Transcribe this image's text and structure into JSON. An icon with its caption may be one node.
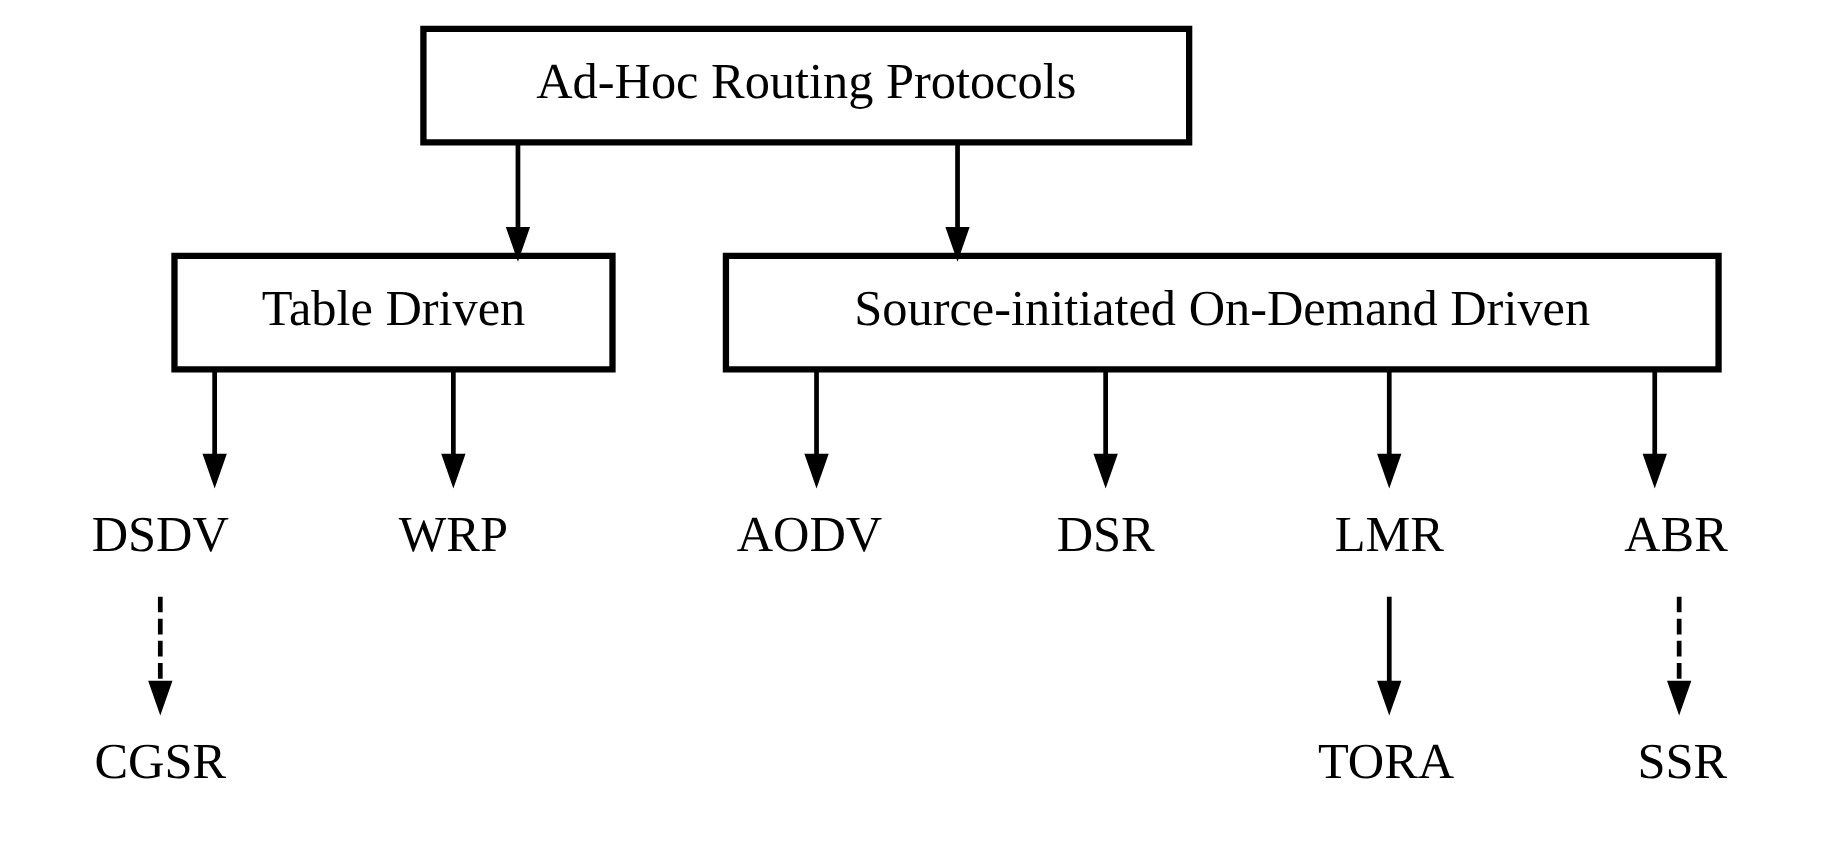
{
  "diagram": {
    "nodes": [
      {
        "text": [
          "Ad-Hoc Routing Protocols"
        ]
      },
      {
        "text": [
          "Table Driven"
        ]
      },
      {
        "text": [
          "Source-initiated On-Demand Driven"
        ]
      },
      {
        "text": [
          "DSDV"
        ]
      },
      {
        "text": [
          "WRP"
        ]
      },
      {
        "text": [
          "AODV"
        ]
      },
      {
        "text": [
          "DSR"
        ]
      },
      {
        "text": [
          "LMR"
        ]
      },
      {
        "text": [
          "ABR"
        ]
      },
      {
        "text": [
          "CGSR"
        ]
      },
      {
        "text": [
          "TORA"
        ]
      },
      {
        "text": [
          "SSR"
        ]
      }
    ],
    "edges": [
      {
        "from": 0,
        "to": 1,
        "arrow": "to"
      },
      {
        "from": 0,
        "to": 2,
        "arrow": "to"
      },
      {
        "from": 1,
        "to": 3,
        "arrow": "to"
      },
      {
        "from": 1,
        "to": 4,
        "arrow": "to"
      },
      {
        "from": 2,
        "to": 5,
        "arrow": "to"
      },
      {
        "from": 2,
        "to": 6,
        "arrow": "to"
      },
      {
        "from": 2,
        "to": 7,
        "arrow": "to"
      },
      {
        "from": 2,
        "to": 8,
        "arrow": "to"
      },
      {
        "from": 3,
        "to": 9,
        "arrow": "to",
        "style": "dashed"
      },
      {
        "from": 7,
        "to": 10,
        "arrow": "to"
      },
      {
        "from": 8,
        "to": 11,
        "arrow": "to",
        "style": "dashed"
      }
    ]
  }
}
